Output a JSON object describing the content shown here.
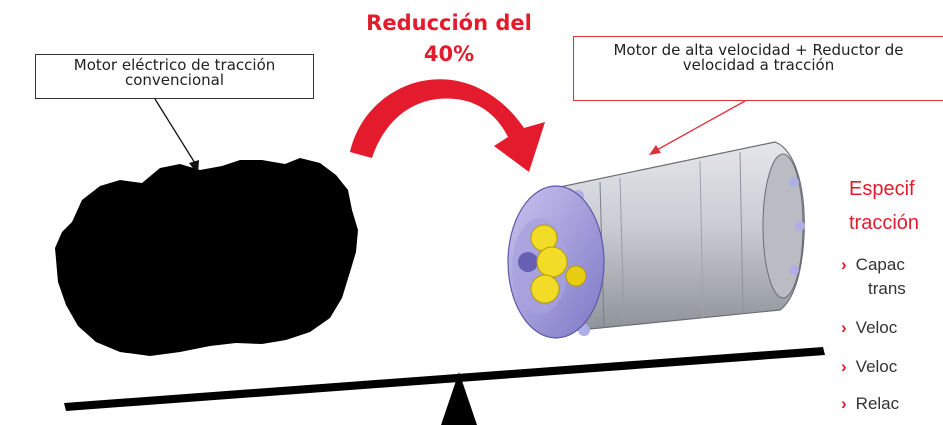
{
  "labels": {
    "conventional_line1": "Motor eléctrico de tracción",
    "conventional_line2": "convencional",
    "highspeed_line1": "Motor de alta velocidad + Reductor de",
    "highspeed_line2": "velocidad  a tracción"
  },
  "reduction": {
    "line1": "Reducción del",
    "line2": "40%"
  },
  "specs": {
    "title_line1": "Especif",
    "title_line2": "tracción",
    "bullets": [
      "Capac",
      "Veloc",
      "Veloc",
      "Relac"
    ],
    "bullet1_continuation": "trans",
    "marker": "›"
  },
  "colors": {
    "accent_red": "#e31b2c",
    "motor_black": "#000000"
  }
}
